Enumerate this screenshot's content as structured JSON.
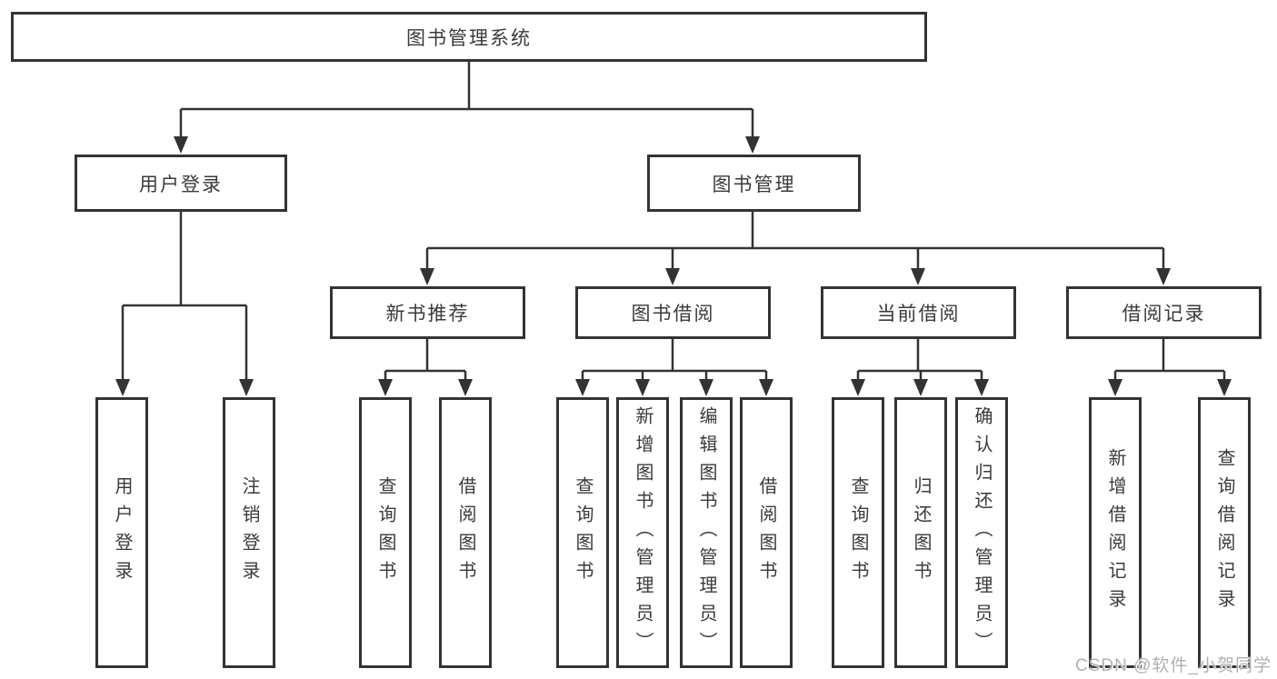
{
  "diagram": {
    "root": {
      "label": "图书管理系统"
    },
    "level2": [
      {
        "id": "user-login",
        "label": "用户登录"
      },
      {
        "id": "book-management",
        "label": "图书管理"
      }
    ],
    "level3": [
      {
        "id": "new-book-recommend",
        "label": "新书推荐"
      },
      {
        "id": "book-borrowing",
        "label": "图书借阅"
      },
      {
        "id": "current-borrowing",
        "label": "当前借阅"
      },
      {
        "id": "borrowing-records",
        "label": "借阅记录"
      }
    ],
    "leaves": [
      {
        "id": "user-login-leaf",
        "parent": "user-login",
        "label": "用户登录"
      },
      {
        "id": "logout-leaf",
        "parent": "user-login",
        "label": "注销登录"
      },
      {
        "id": "query-books-recommend",
        "parent": "new-book-recommend",
        "label": "查询图书"
      },
      {
        "id": "borrow-books-recommend",
        "parent": "new-book-recommend",
        "label": "借阅图书"
      },
      {
        "id": "query-books-borrowing",
        "parent": "book-borrowing",
        "label": "查询图书"
      },
      {
        "id": "add-books-admin",
        "parent": "book-borrowing",
        "label": "新增图书（管理员）"
      },
      {
        "id": "edit-books-admin",
        "parent": "book-borrowing",
        "label": "编辑图书（管理员）"
      },
      {
        "id": "borrow-books-borrowing",
        "parent": "book-borrowing",
        "label": "借阅图书"
      },
      {
        "id": "query-books-current",
        "parent": "current-borrowing",
        "label": "查询图书"
      },
      {
        "id": "return-books",
        "parent": "current-borrowing",
        "label": "归还图书"
      },
      {
        "id": "confirm-return-admin",
        "parent": "current-borrowing",
        "label": "确认归还（管理员）"
      },
      {
        "id": "add-borrow-record",
        "parent": "borrowing-records",
        "label": "新增借阅记录"
      },
      {
        "id": "query-borrow-record",
        "parent": "borrowing-records",
        "label": "查询借阅记录"
      }
    ]
  },
  "watermark": "CSDN @软件_小贺同学",
  "colors": {
    "line": "#333333",
    "box_border": "#333333",
    "text": "#3a3a3a",
    "background": "#ffffff",
    "watermark": "#b0b0b0"
  }
}
